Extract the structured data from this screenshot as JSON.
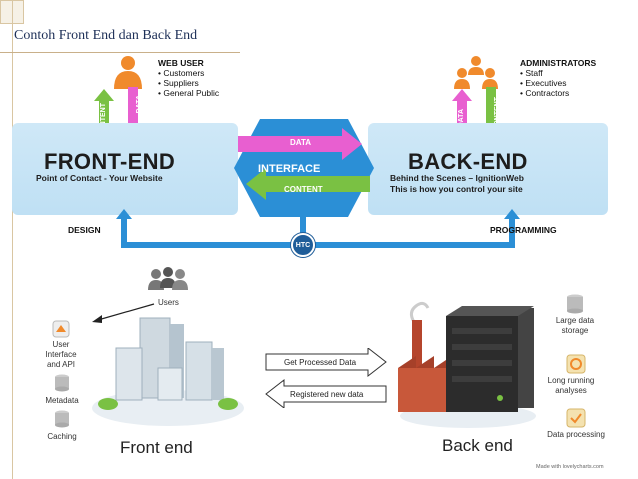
{
  "slide": {
    "title": "Contoh Front End dan Back End"
  },
  "top": {
    "web_user": {
      "heading": "WEB USER",
      "items": [
        "• Customers",
        "• Suppliers",
        "• General Public"
      ]
    },
    "administrators": {
      "heading": "ADMINISTRATORS",
      "items": [
        "• Staff",
        "• Executives",
        "• Contractors"
      ]
    },
    "front_end": {
      "title": "FRONT-END",
      "subtitle": "Point of Contact - Your Website"
    },
    "back_end": {
      "title": "BACK-END",
      "subtitle_1": "Behind the Scenes – IgnitionWeb",
      "subtitle_2": "This is how you control your site"
    },
    "interface": {
      "data_label": "DATA",
      "interface_label": "INTERFACE",
      "content_label": "CONTENT"
    },
    "left_arrows": {
      "up": "CONTENT",
      "down": "DATA"
    },
    "right_arrows": {
      "up": "DATA",
      "down": "CONTENT"
    },
    "design_label": "DESIGN",
    "programming_label": "PROGRAMMING",
    "badge": "HTC",
    "colors": {
      "green": "#7ac143",
      "pink": "#e85fd0",
      "blue": "#2b8fd6",
      "panel": "#c7e4f6"
    }
  },
  "bottom": {
    "users_label": "Users",
    "left_items": [
      "User Interface and API",
      "Metadata",
      "Caching"
    ],
    "front_label": "Front end",
    "back_label": "Back end",
    "arrow_right_label": "Get Processed Data",
    "arrow_left_label": "Registered new data",
    "right_items": [
      "Large data storage",
      "Long running analyses",
      "Data processing"
    ],
    "credit": "Made with lovelycharts.com"
  }
}
